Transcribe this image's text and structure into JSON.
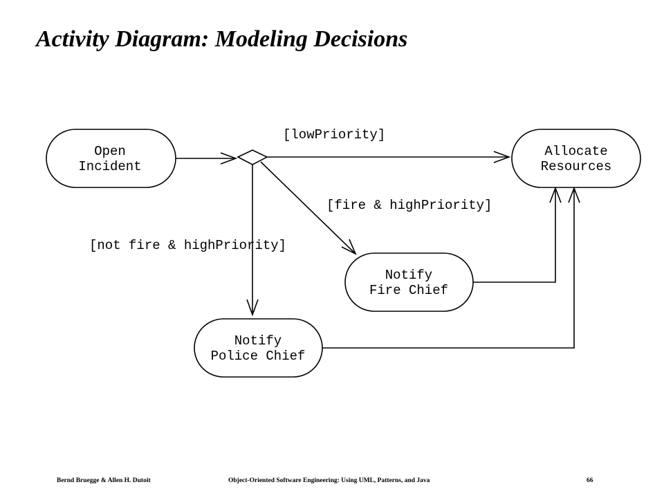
{
  "slide": {
    "title": "Activity Diagram: Modeling Decisions"
  },
  "diagram": {
    "nodes": {
      "open_incident": {
        "line1": "Open",
        "line2": "Incident"
      },
      "allocate_resources": {
        "line1": "Allocate",
        "line2": "Resources"
      },
      "notify_fire_chief": {
        "line1": "Notify",
        "line2": "Fire Chief"
      },
      "notify_police_chief": {
        "line1": "Notify",
        "line2": "Police Chief"
      }
    },
    "guards": {
      "low_priority": "[lowPriority]",
      "fire_high_priority": "[fire & highPriority]",
      "not_fire_high_priority": "[not fire & highPriority]"
    }
  },
  "footer": {
    "authors": "Bernd Bruegge & Allen H. Dutoit",
    "book": "Object-Oriented Software Engineering: Using UML, Patterns, and Java",
    "page_number": "66"
  }
}
